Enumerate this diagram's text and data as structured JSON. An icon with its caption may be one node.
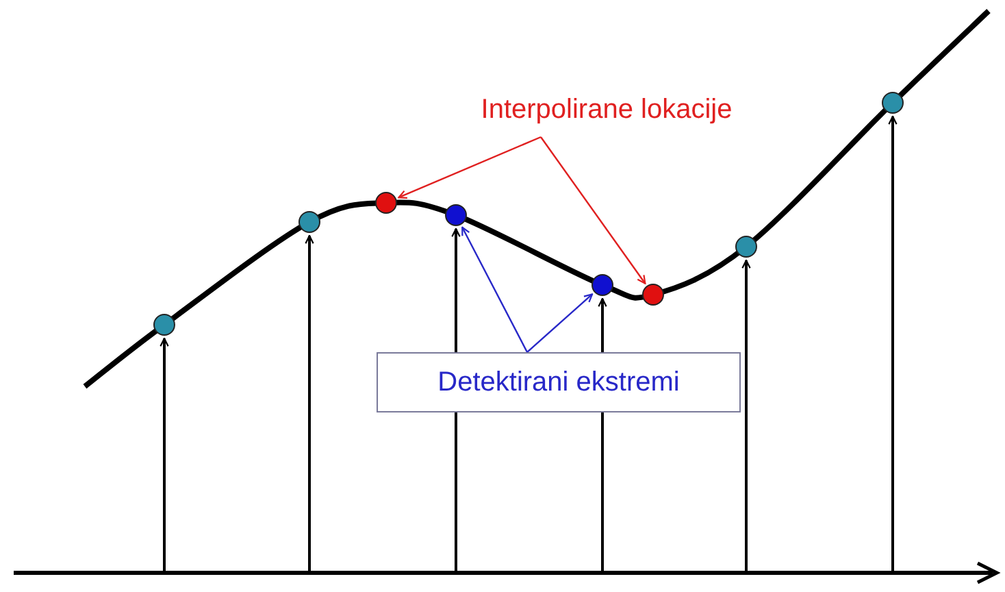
{
  "diagram": {
    "nodes": [
      {
        "text": [
          "Interpolirane lokacije"
        ]
      },
      {
        "text": [
          "Detektirani ekstremi"
        ]
      },
      {
        "text": [],
        "shape": "circle"
      },
      {
        "text": [],
        "shape": "circle"
      },
      {
        "text": [],
        "shape": "circle"
      },
      {
        "text": [],
        "shape": "circle"
      },
      {
        "text": [],
        "shape": "circle"
      },
      {
        "text": [],
        "shape": "circle"
      },
      {
        "text": [],
        "shape": "circle"
      },
      {
        "text": [],
        "shape": "circle"
      }
    ],
    "edges": [
      {
        "from": 0,
        "to": 4,
        "arrow": "to",
        "color": "#e02020"
      },
      {
        "from": 0,
        "to": 7,
        "arrow": "to",
        "color": "#e02020"
      },
      {
        "from": 1,
        "to": 5,
        "arrow": "to",
        "color": "#2828c8"
      },
      {
        "from": 1,
        "to": 6,
        "arrow": "to",
        "color": "#2828c8"
      },
      {
        "from": null,
        "to": 2,
        "arrow": "to"
      },
      {
        "from": null,
        "to": 3,
        "arrow": "to"
      },
      {
        "from": null,
        "to": 5,
        "arrow": "to"
      },
      {
        "from": null,
        "to": 6,
        "arrow": "to"
      },
      {
        "from": null,
        "to": 8,
        "arrow": "to"
      },
      {
        "from": null,
        "to": 9,
        "arrow": "to"
      }
    ]
  }
}
